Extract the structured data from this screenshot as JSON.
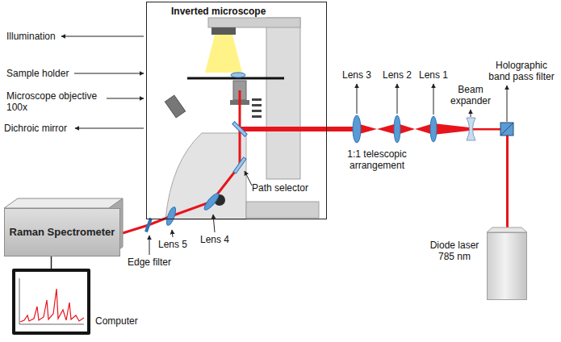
{
  "diagram": {
    "nodes": [
      {
        "text": [
          "Inverted microscope"
        ]
      },
      {
        "text": [
          "Raman Spectrometer"
        ]
      },
      {
        "text": [
          "Computer"
        ]
      },
      {
        "text": [
          "Diode laser 785 nm"
        ]
      }
    ],
    "edges": [
      {
        "from": 1,
        "to": 2,
        "arrow": "none"
      }
    ],
    "labels": [
      "Illumination",
      "Sample holder",
      "Microscope objective 100x",
      "Dichroic mirror",
      "Lens 3",
      "1:1 telescopic arrangement",
      "Lens 2",
      "Lens 1",
      "Beam expander",
      "Holographic band pass filter",
      "Path selector",
      "Lens 4",
      "Lens 5",
      "Edge filter"
    ]
  }
}
